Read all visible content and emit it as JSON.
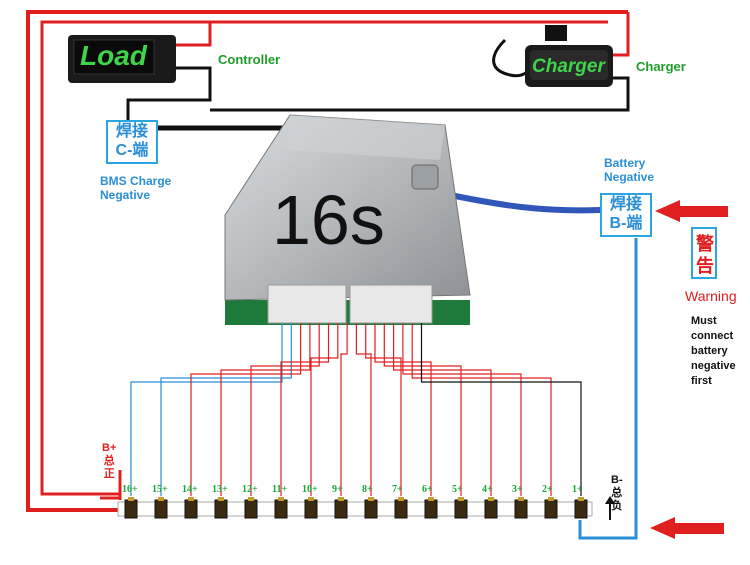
{
  "load": {
    "text": "Load",
    "label": "Controller"
  },
  "charger": {
    "text": "Charger",
    "label": "Charger"
  },
  "c_port": {
    "line1": "焊接",
    "line2": "C-端",
    "caption_line1": "BMS Charge",
    "caption_line2": "Negative"
  },
  "b_port": {
    "caption_line1": "Battery",
    "caption_line2": "Negative",
    "line1": "焊接",
    "line2": "B-端"
  },
  "board": {
    "title": "16s"
  },
  "warning": {
    "char1": "警",
    "char2": "告",
    "label": "Warning",
    "line1": "Must",
    "line2": "connect",
    "line3": "battery",
    "line4": "negative",
    "line5": "first"
  },
  "b_plus": {
    "line1": "B+",
    "line2": "总",
    "line3": "正"
  },
  "b_minus": {
    "line1": "B-",
    "line2": "总",
    "line3": "负"
  },
  "cells": [
    "16+",
    "15+",
    "14+",
    "13+",
    "12+",
    "11+",
    "10+",
    "9+",
    "8+",
    "7+",
    "6+",
    "5+",
    "4+",
    "3+",
    "2+",
    "1+"
  ],
  "colors": {
    "red": "#e02020",
    "blue": "#2a8fd6",
    "black": "#111111",
    "green": "#1f9d2a"
  }
}
